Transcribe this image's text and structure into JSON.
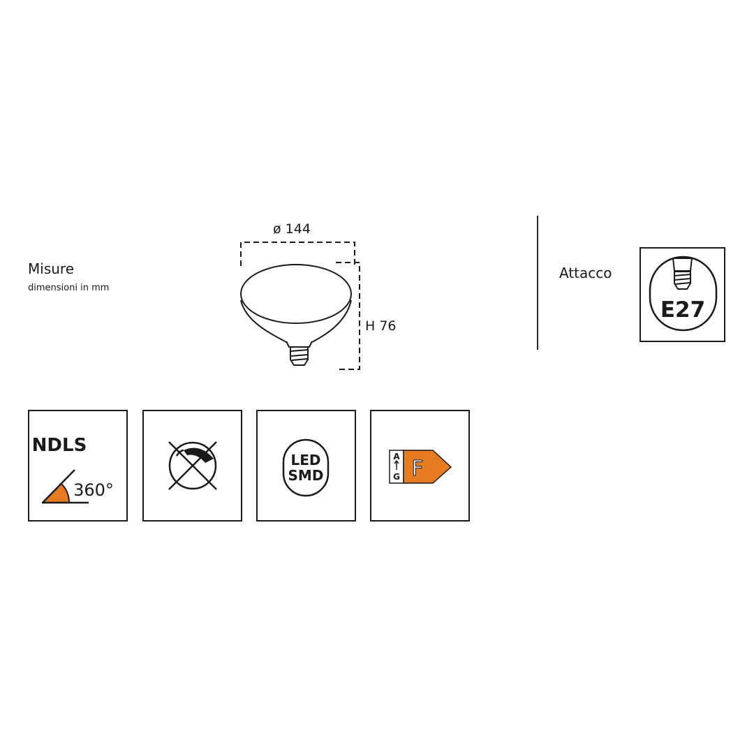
{
  "measures": {
    "title": "Misure",
    "subtitle": "dimensioni in mm",
    "diameter_label": "ø 144",
    "height_label": "H 76"
  },
  "fitting": {
    "label": "Attacco",
    "socket": "E27"
  },
  "icons": {
    "ndls": {
      "title": "NDLS",
      "angle": "360°"
    },
    "not_dimmable": {
      "icon": "not-dimmable-icon"
    },
    "led": {
      "line1": "LED",
      "line2": "SMD"
    },
    "energy": {
      "scale_top": "A",
      "scale_bottom": "G",
      "class": "F"
    }
  },
  "colors": {
    "accent": "#e57b22",
    "ink": "#1a1a1a"
  }
}
